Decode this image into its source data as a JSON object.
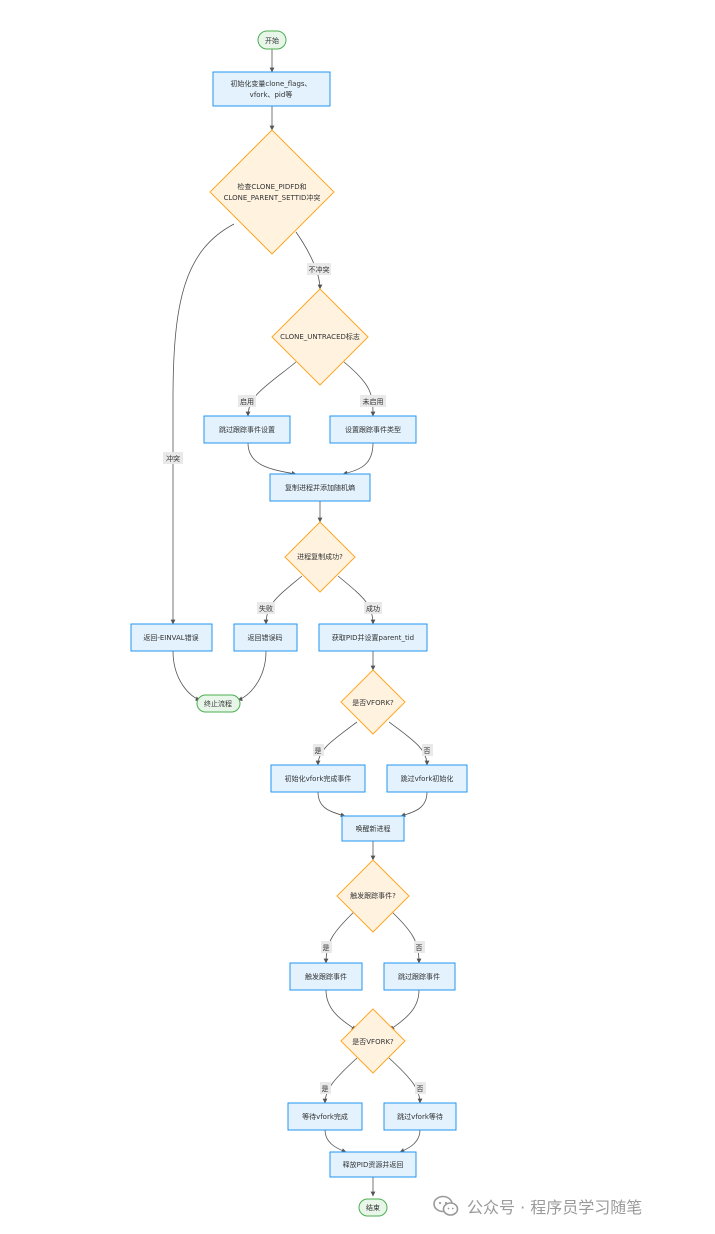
{
  "nodes": {
    "start": "开始",
    "init": [
      "初始化变量clone_flags、",
      "vfork、pid等"
    ],
    "check_conflict": [
      "检查CLONE_PIDFD和",
      "CLONE_PARENT_SETTID冲突"
    ],
    "untraced": "CLONE_UNTRACED标志",
    "skip_trace_setup": "跳过跟踪事件设置",
    "set_trace_type": "设置跟踪事件类型",
    "copy_process": "复制进程并添加随机熵",
    "copy_success": "进程复制成功?",
    "return_einval": "返回-EINVAL错误",
    "return_errcode": "返回错误码",
    "get_pid": "获取PID并设置parent_tid",
    "terminate": "终止流程",
    "is_vfork_1": "是否VFORK?",
    "init_vfork_done": "初始化vfork完成事件",
    "skip_vfork_init": "跳过vfork初始化",
    "wake_new": "唤醒新进程",
    "trigger_trace_q": "触发跟踪事件?",
    "trigger_trace": "触发跟踪事件",
    "skip_trace": "跳过跟踪事件",
    "is_vfork_2": "是否VFORK?",
    "wait_vfork": "等待vfork完成",
    "skip_vfork_wait": "跳过vfork等待",
    "release_pid": "释放PID资源并返回",
    "end": "结束"
  },
  "edge_labels": {
    "no_conflict": "不冲突",
    "conflict": "冲突",
    "enabled": "启用",
    "not_enabled": "未启用",
    "fail": "失败",
    "success": "成功",
    "yes_1": "是",
    "no_1": "否",
    "yes_2": "是",
    "no_2": "否",
    "yes_3": "是",
    "no_3": "否"
  },
  "colors": {
    "process_fill": "#e3f2fd",
    "process_stroke": "#2196f3",
    "decision_fill": "#fff3e0",
    "decision_stroke": "#ffa726",
    "terminal_fill": "#e8f5e9",
    "terminal_stroke": "#4caf50",
    "edge": "#555555"
  },
  "watermark": {
    "text": "公众号 · 程序员学习随笔",
    "icon": "wechat-icon"
  }
}
